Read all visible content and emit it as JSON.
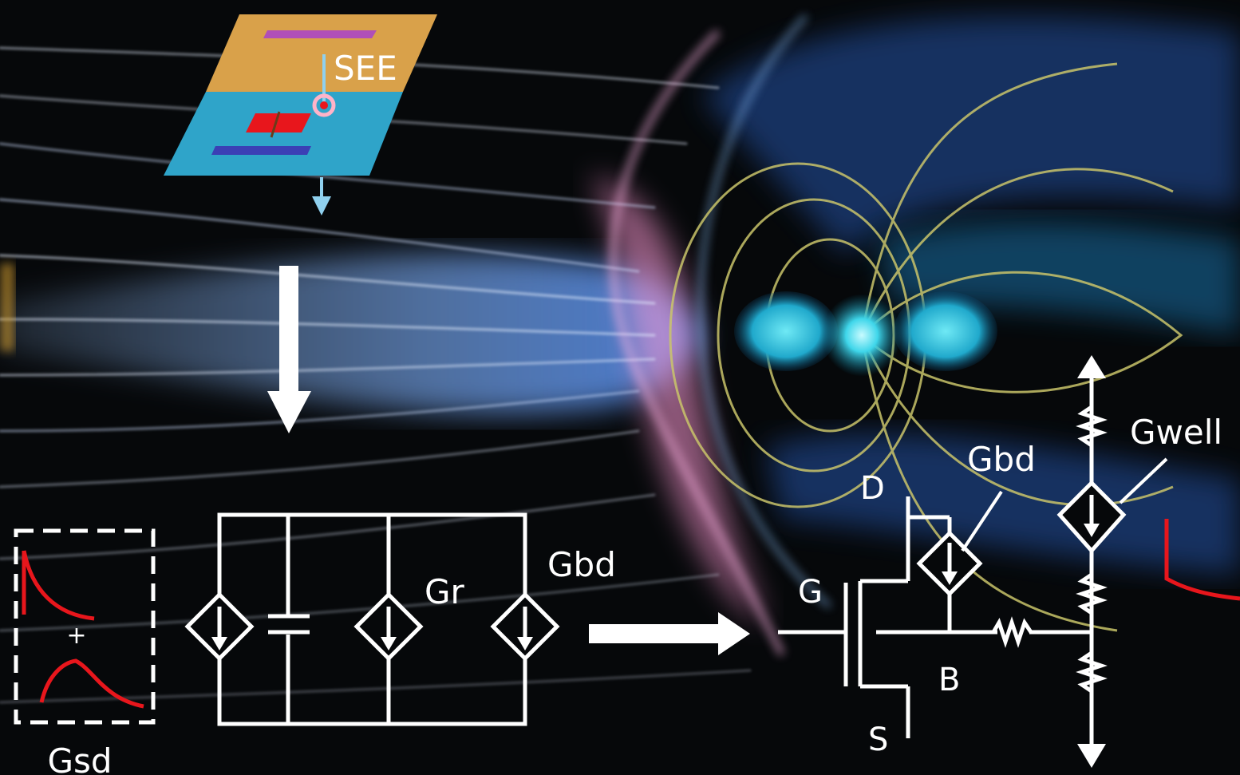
{
  "labels": {
    "see": "SEE",
    "gr": "Gr",
    "gbd_circuit": "Gbd",
    "gsd": "Gsd",
    "plus": "+",
    "drain": "D",
    "gate": "G",
    "source": "S",
    "body": "B",
    "gbd_transistor": "Gbd",
    "gwell": "Gwell"
  },
  "colors": {
    "background": "#06080a",
    "circuit_line": "#ffffff",
    "pulse": "#e8161c",
    "chip_top": "#d9a14a",
    "chip_bottom": "#2fa4c9",
    "chip_top_bar": "#b04fb8",
    "chip_bottom_bar": "#3b3fb5",
    "chip_red_cells": "#e8161c",
    "field_blue": "#6aa8ff",
    "field_pink": "#ff9ad5",
    "field_yellow": "#c9c46a",
    "core_cyan": "#3fd6ea"
  },
  "icons": {
    "chip": "chip-icon",
    "arrows": "arrow-icon",
    "current_source": "dependent-current-source-icon",
    "capacitor": "capacitor-icon",
    "resistor": "resistor-icon",
    "transistor": "mosfet-icon"
  }
}
